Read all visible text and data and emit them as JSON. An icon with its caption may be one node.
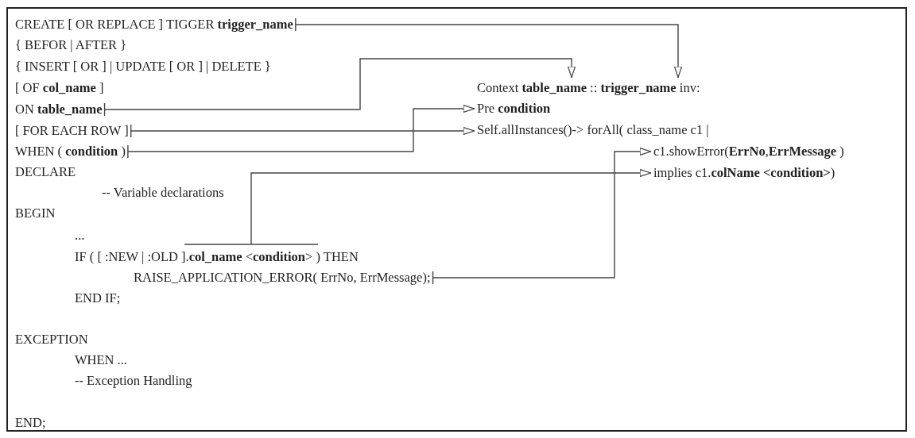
{
  "diagram": {
    "nodes": [
      {
        "text": [
          "CREATE [ OR REPLACE ] TIGGER **trigger_name**"
        ]
      },
      {
        "text": [
          "ON **table_name**"
        ]
      },
      {
        "text": [
          "[ FOR EACH ROW ]"
        ]
      },
      {
        "text": [
          "WHEN ( **condition** )"
        ]
      },
      {
        "text": [
          "IF ( [ :NEW | :OLD ].**col_name** <**condition**> ) THEN"
        ]
      },
      {
        "text": [
          "RAISE_APPLICATION_ERROR( ErrNo, ErrMessage);"
        ]
      },
      {
        "text": [
          "Context **table_name** :: **trigger_name** inv:"
        ]
      },
      {
        "text": [
          "Pre **condition**"
        ]
      },
      {
        "text": [
          "Self.allInstances()-> forAll( class_name c1 |"
        ]
      },
      {
        "text": [
          "c1.showError(**ErrNo**,**ErrMessage** )"
        ]
      },
      {
        "text": [
          "implies c1.**colName <condition>**)"
        ]
      }
    ],
    "edges": [
      {
        "from": 0,
        "to": 6,
        "arrow": "to"
      },
      {
        "from": 1,
        "to": 6,
        "arrow": "to"
      },
      {
        "from": 3,
        "to": 7,
        "arrow": "to"
      },
      {
        "from": 2,
        "to": 8,
        "arrow": "to"
      },
      {
        "from": 5,
        "to": 9,
        "arrow": "to"
      },
      {
        "from": 4,
        "to": 10,
        "arrow": "to"
      }
    ],
    "labels": [
      "{ BEFOR | AFTER }",
      "{ INSERT [ OR ] | UPDATE [ OR ] | DELETE }",
      "[ OF **col_name** ]",
      "DECLARE",
      "-- Variable declarations",
      "BEGIN",
      "...",
      "END IF;",
      "EXCEPTION",
      "WHEN ...",
      "-- Exception Handling",
      "END;"
    ]
  }
}
